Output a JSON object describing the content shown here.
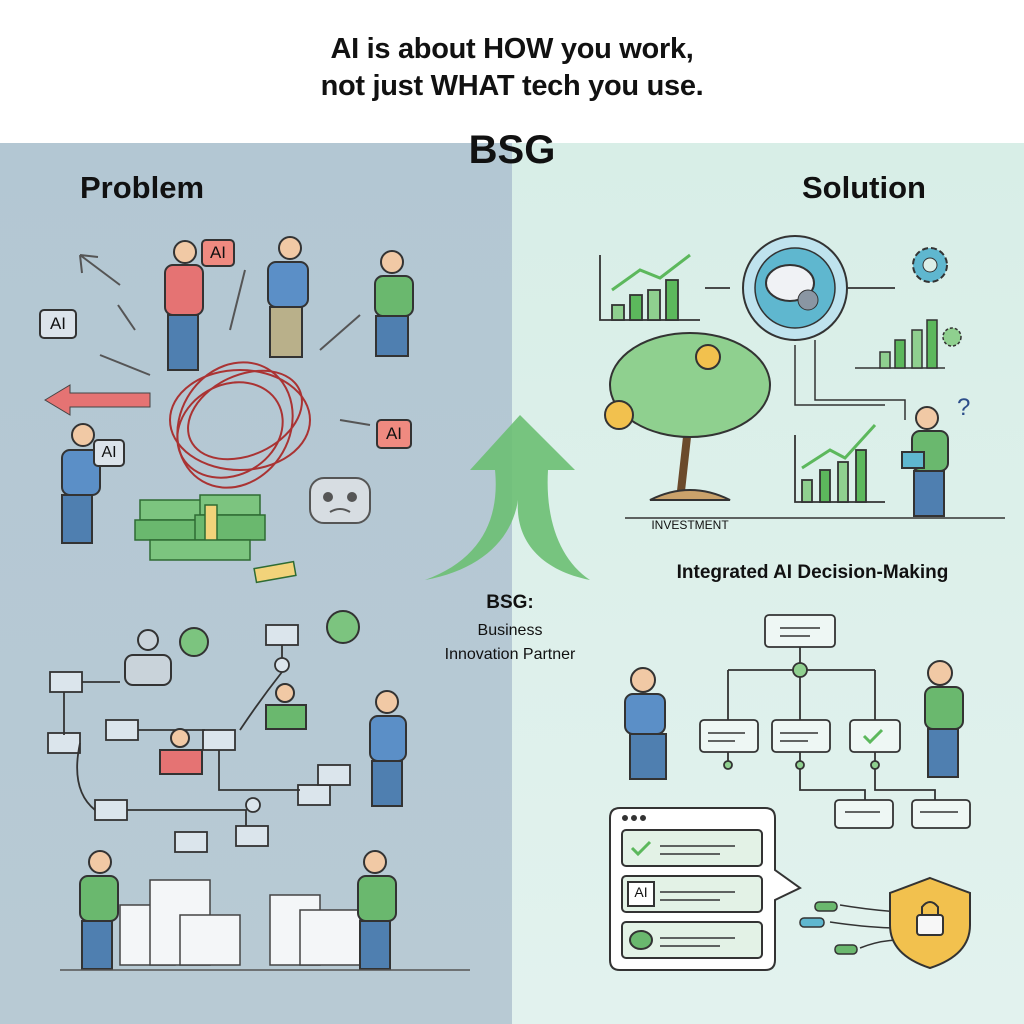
{
  "header": {
    "line1": "AI is about HOW you work,",
    "line2": "not just WHAT tech you use.",
    "brand": "BSG"
  },
  "problem": {
    "title": "Problem",
    "ai_tags": [
      "AI",
      "AI",
      "AI",
      "AI"
    ]
  },
  "solution": {
    "title": "Solution",
    "tree_label": "INVESTMENT",
    "decision_title": "Integrated AI Decision-Making",
    "panel_ai": "AI"
  },
  "center": {
    "brand": "BSG:",
    "line1": "Business",
    "line2": "Innovation Partner"
  },
  "colors": {
    "left_bg": "#b6c9d4",
    "right_bg": "#dcefe8",
    "green": "#5cb85c",
    "red": "#e57373"
  }
}
